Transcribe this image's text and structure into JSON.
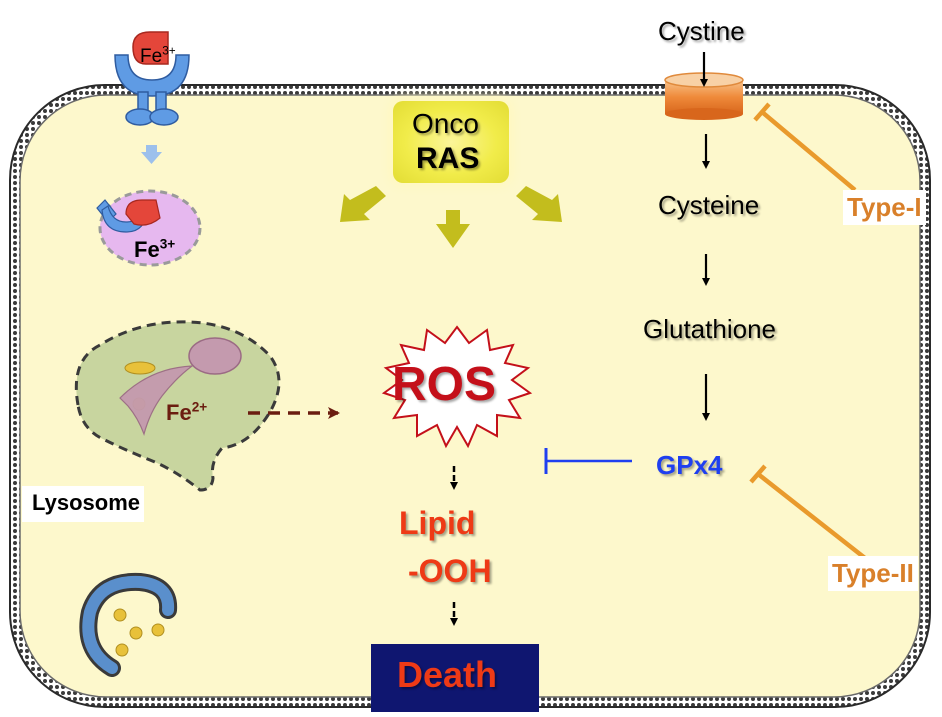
{
  "labels": {
    "cystine": "Cystine",
    "cysteine": "Cysteine",
    "glutathione": "Glutathione",
    "gpx4": "GPx4",
    "type1": "Type-I",
    "type2": "Type-II",
    "onco_line1": "Onco",
    "onco_line2": "RAS",
    "fe3_receptor": "Fe",
    "fe3_receptor_charge": "3+",
    "fe3_vacuole": "Fe",
    "fe3_vacuole_charge": "3+",
    "fe2": "Fe",
    "fe2_charge": "2+",
    "lysosome": "Lysosome",
    "ros": "ROS",
    "lipid_line1": "Lipid",
    "lipid_line2": "-OOH",
    "death": "Death"
  },
  "colors": {
    "cell_fill": "#fdf8cc",
    "membrane": "#3b3b3b",
    "onco_arrow": "#c3bd1d",
    "gpx4_blue": "#1f3ff0",
    "inhibitor_orange": "#e99a2c",
    "ros_red": "#c4101a",
    "lipid_red": "#ee3a16",
    "death_box": "#0f1670",
    "transferrin_receptor": "#5f9be4",
    "iron_red": "#e4463a",
    "endosome": "#e6b8ef",
    "lysosome_fill": "#c8d59f",
    "vesicle": "#5a8fcc"
  },
  "icons": {
    "transporter": "cystine-transporter-icon",
    "receptor": "transferrin-receptor-icon",
    "endosome": "endosome-icon",
    "lysosome": "lysosome-icon",
    "vesicle": "vesicle-icon"
  }
}
